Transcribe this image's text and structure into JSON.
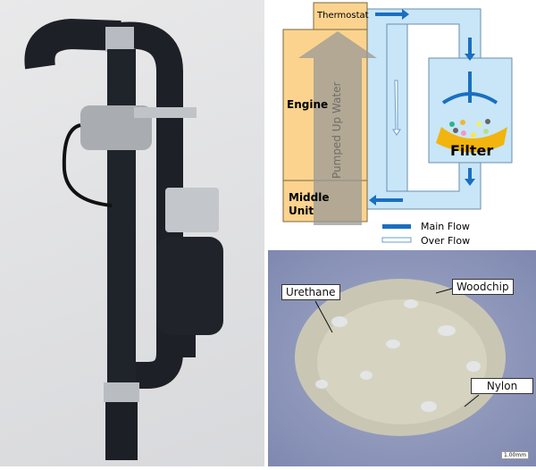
{
  "diagram": {
    "thermostat": "Thermostat",
    "engine": "Engine",
    "middle_unit_line1": "Middle",
    "middle_unit_line2": "Unit",
    "pumped": "Pumped Up Water",
    "filter": "Filter",
    "legend": {
      "main": "Main Flow",
      "over": "Over Flow"
    },
    "colors": {
      "engine": "#fbd38f",
      "pipe": "#c8e6f8",
      "main_flow": "#1a6fc0",
      "filter": "#f2b40e"
    }
  },
  "micro": {
    "labels": {
      "urethane": "Urethane",
      "woodchip": "Woodchip",
      "nylon": "Nylon"
    },
    "scale": "1.00mm"
  }
}
